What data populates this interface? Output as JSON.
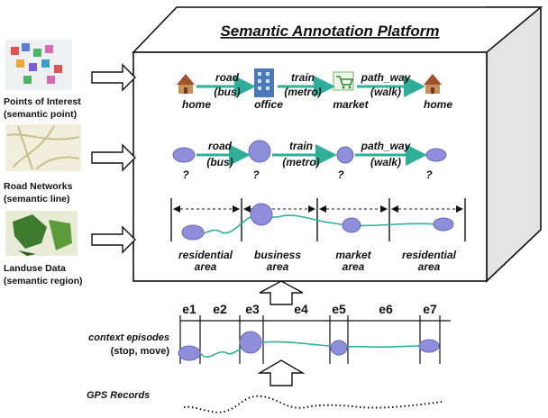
{
  "title": "Semantic Annotation Platform",
  "sources": [
    {
      "name": "Points of Interest",
      "sub": "(semantic point)",
      "icon": "poi-map-thumbnail"
    },
    {
      "name": "Road Networks",
      "sub": "(semantic line)",
      "icon": "road-map-thumbnail"
    },
    {
      "name": "Landuse Data",
      "sub": "(semantic region)",
      "icon": "landuse-map-thumbnail"
    }
  ],
  "row1": {
    "places": [
      "home",
      "office",
      "market",
      "home"
    ],
    "modes": [
      {
        "mode": "road",
        "detail": "(bus)"
      },
      {
        "mode": "train",
        "detail": "(metro)"
      },
      {
        "mode": "path_way",
        "detail": "(walk)"
      }
    ],
    "icons": [
      "house-icon",
      "office-building-icon",
      "shopping-cart-icon",
      "house-icon"
    ]
  },
  "row2": {
    "unknown": [
      "?",
      "?",
      "?",
      "?"
    ],
    "modes": [
      {
        "mode": "road",
        "detail": "(bus)"
      },
      {
        "mode": "train",
        "detail": "(metro)"
      },
      {
        "mode": "path_way",
        "detail": "(walk)"
      }
    ]
  },
  "row3": {
    "areas": [
      {
        "name": "residential",
        "sub": "area"
      },
      {
        "name": "business",
        "sub": "area"
      },
      {
        "name": "market",
        "sub": "area"
      },
      {
        "name": "residential",
        "sub": "area"
      }
    ]
  },
  "episodes": {
    "labels": [
      "e1",
      "e2",
      "e3",
      "e4",
      "e5",
      "e6",
      "e7"
    ],
    "caption": "context episodes",
    "caption_sub": "(stop, move)"
  },
  "gps": {
    "caption": "GPS Records"
  },
  "colors": {
    "stop": "#8e8edb",
    "move": "#2fae9a",
    "arrow": "#2fae9a",
    "box_side": "#e6e6e6"
  }
}
